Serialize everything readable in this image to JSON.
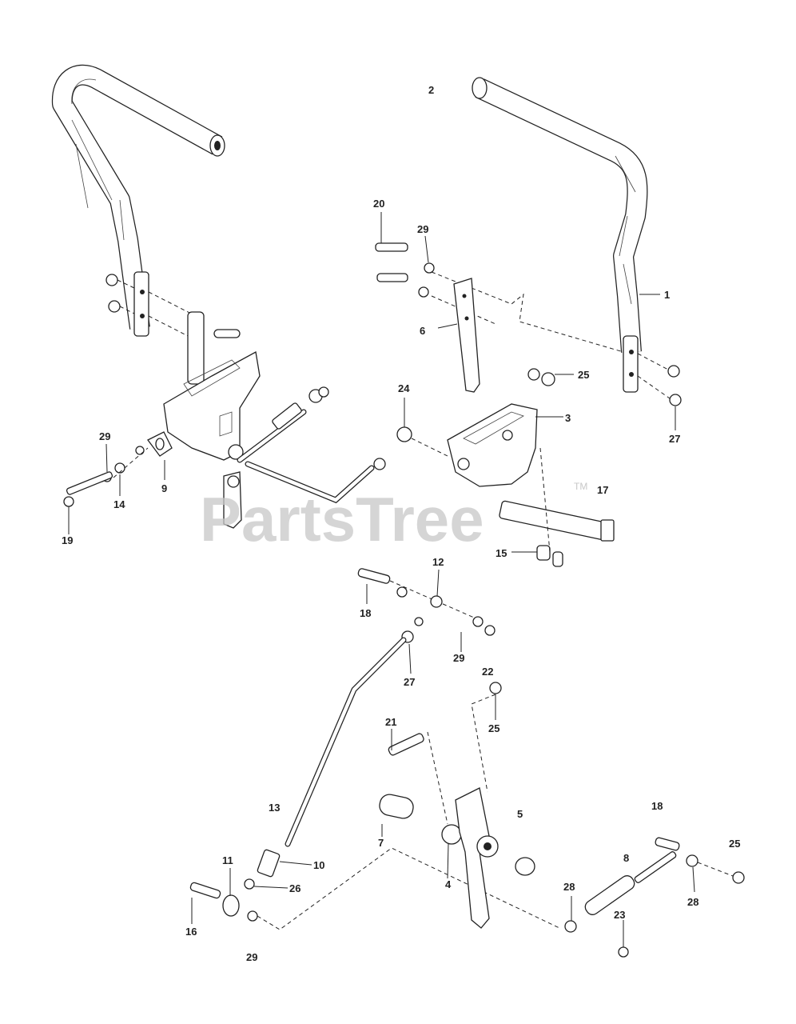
{
  "watermark": {
    "text": "PartsTree",
    "trademark": "TM"
  },
  "callouts": [
    "1",
    "2",
    "3",
    "4",
    "5",
    "6",
    "7",
    "8",
    "9",
    "10",
    "11",
    "12",
    "13",
    "14",
    "15",
    "16",
    "17",
    "18",
    "18",
    "19",
    "20",
    "21",
    "22",
    "23",
    "24",
    "25",
    "25",
    "25",
    "26",
    "27",
    "27",
    "28",
    "28",
    "29",
    "29",
    "29",
    "29"
  ]
}
